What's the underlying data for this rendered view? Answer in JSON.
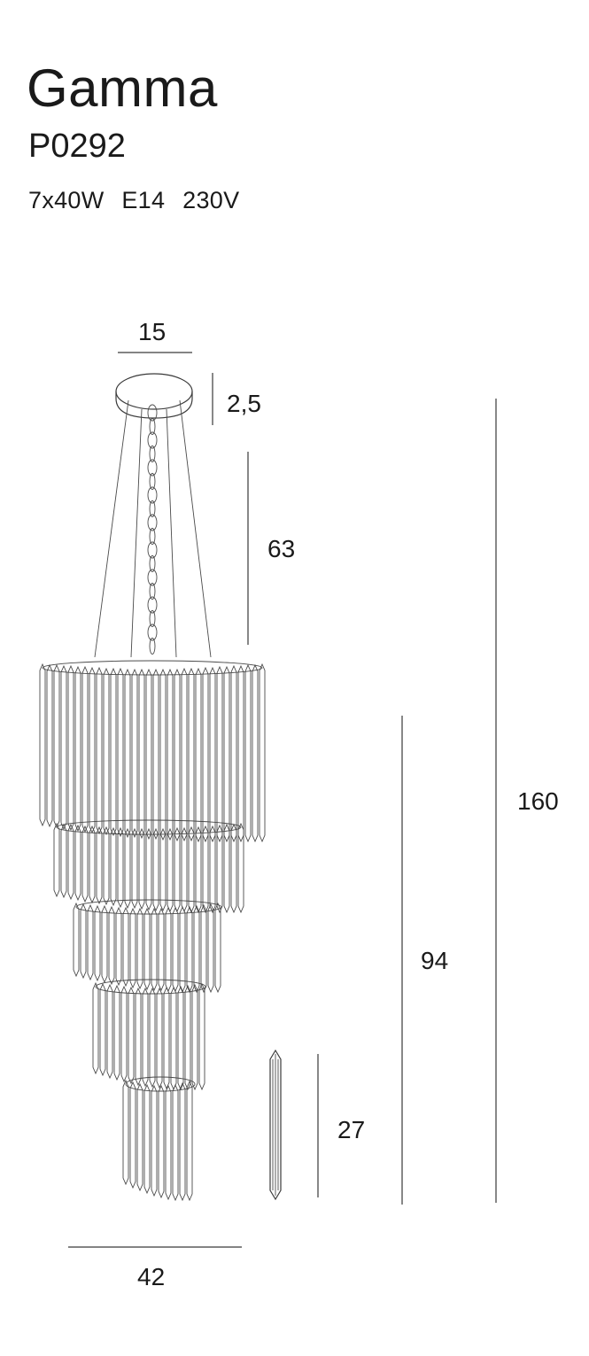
{
  "product": {
    "name": "Gamma",
    "code": "P0292",
    "specs": [
      "7x40W",
      "E14",
      "230V"
    ]
  },
  "dimensions": {
    "canopy_width": "15",
    "canopy_height": "2,5",
    "chain_length": "63",
    "total_height": "160",
    "body_height": "94",
    "crystal_length": "27",
    "body_width": "42"
  }
}
